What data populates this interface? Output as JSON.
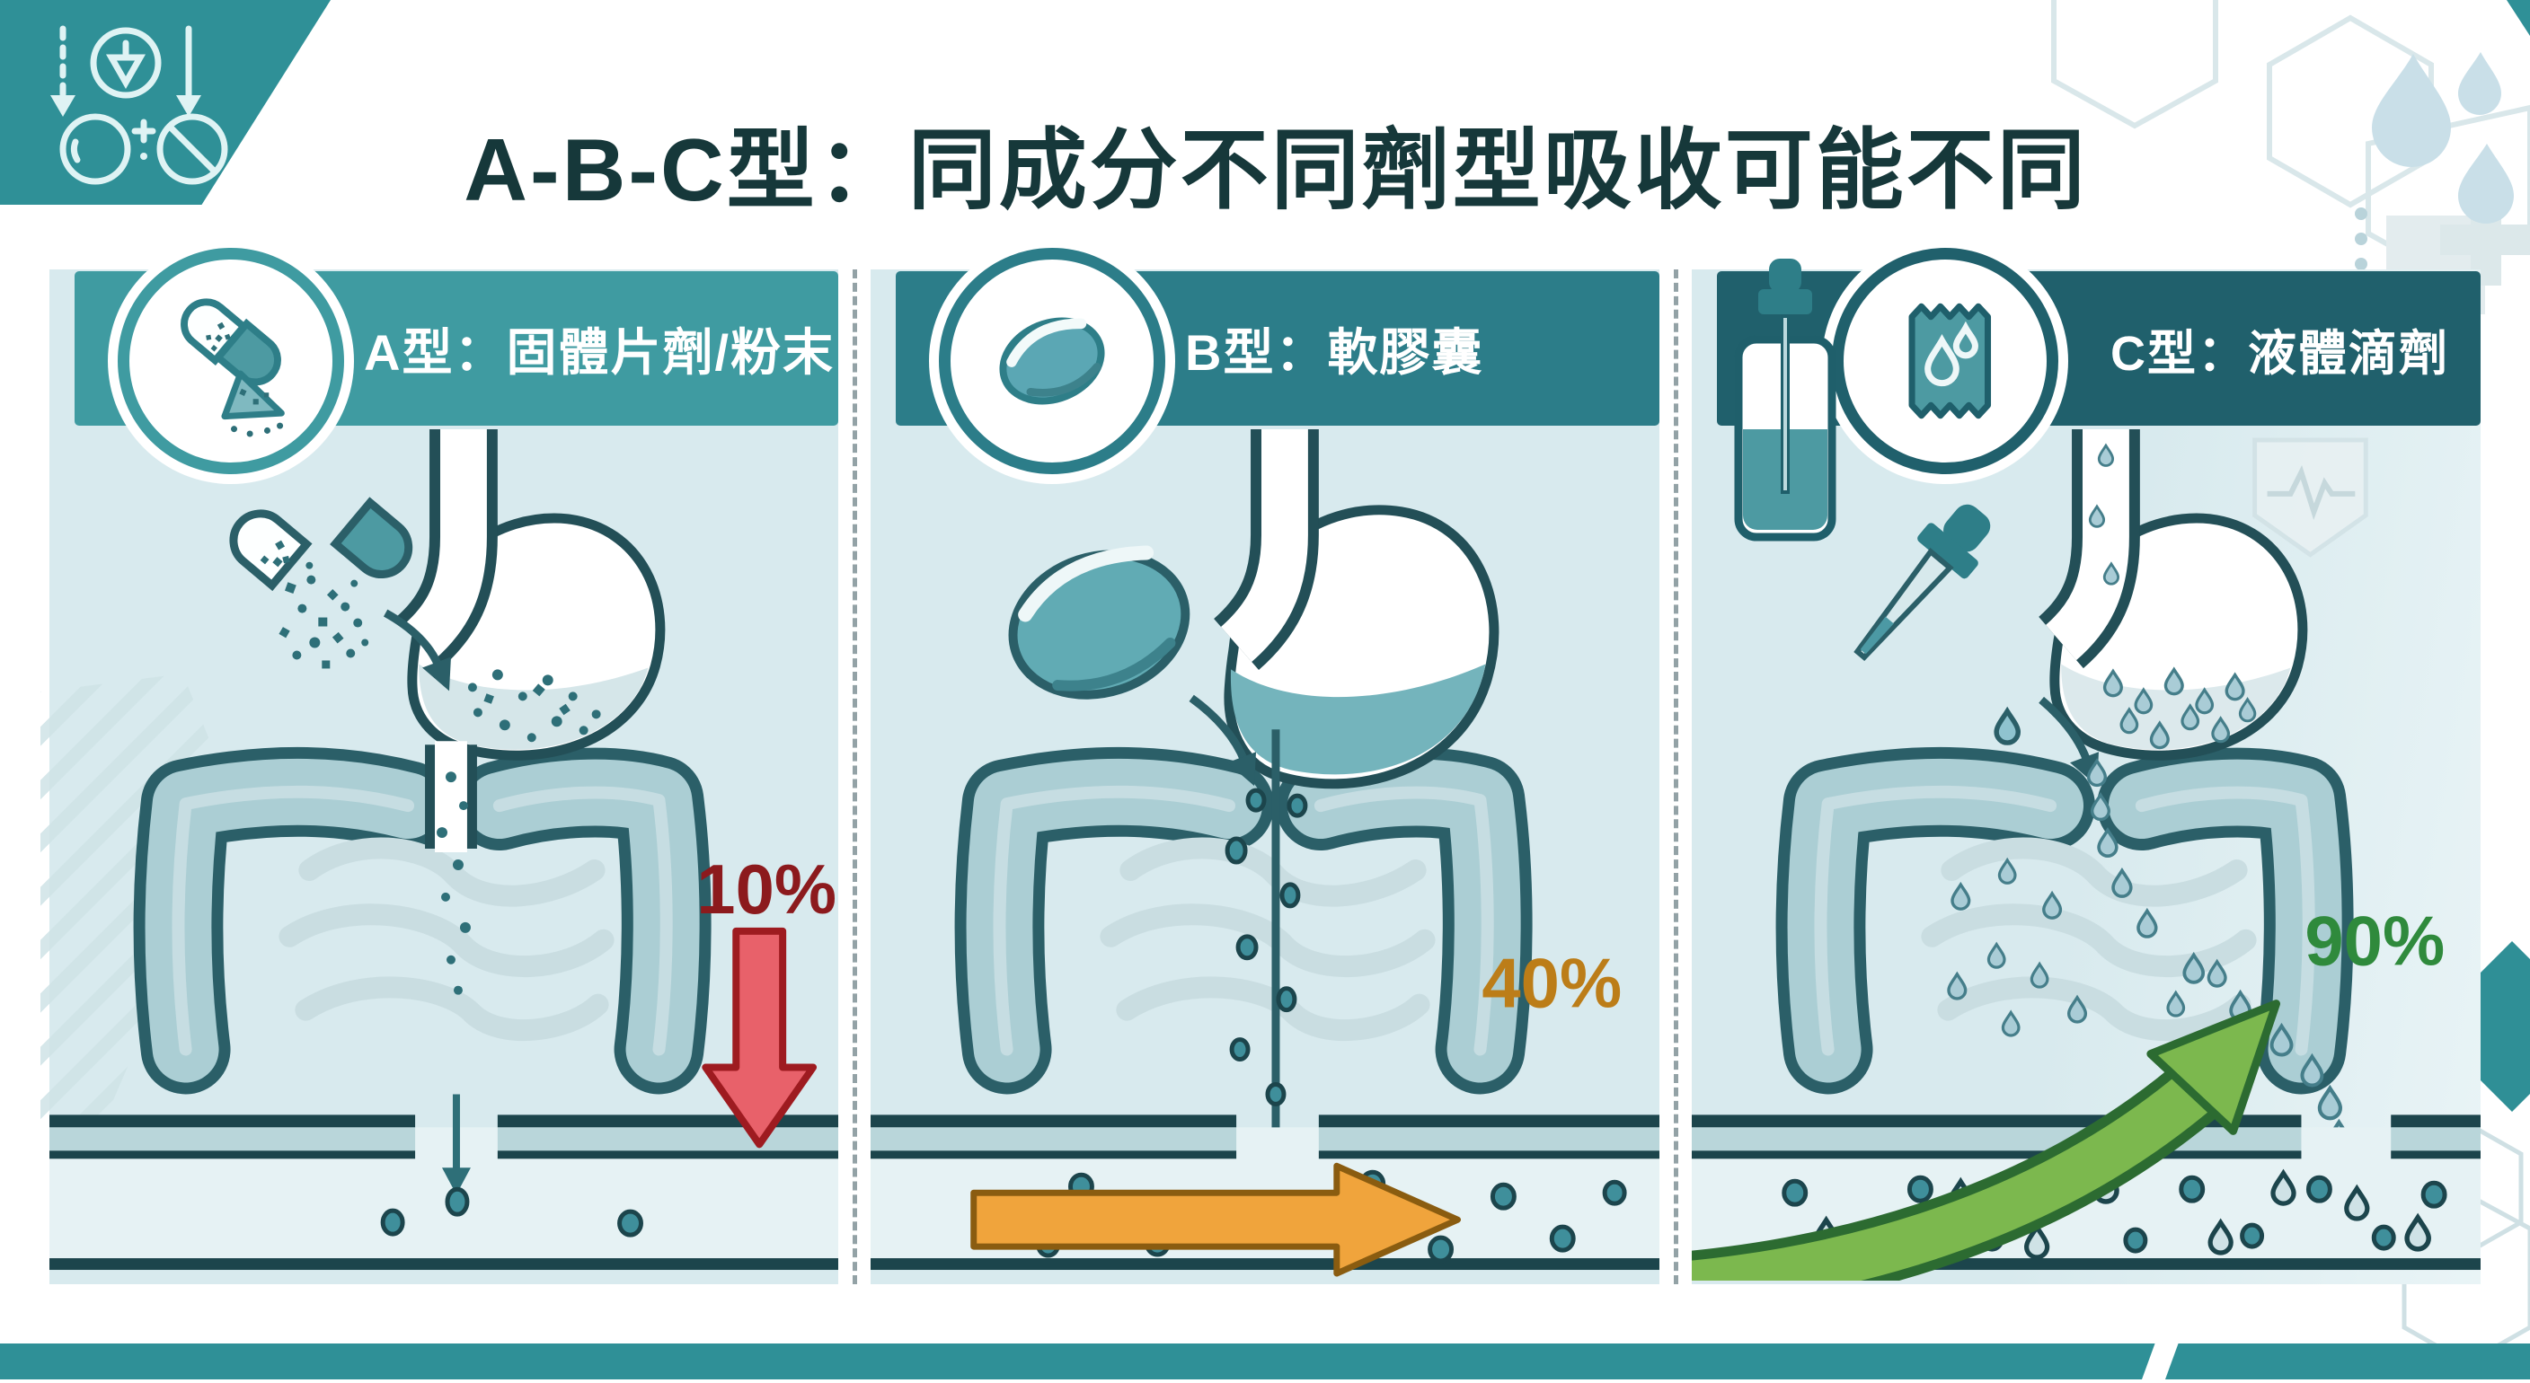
{
  "title": "A-B-C型：同成分不同劑型吸收可能不同",
  "colors": {
    "title": "#16383a",
    "accent_teal": "#2f9097",
    "panel_background": "#d8eaee"
  },
  "panels": [
    {
      "label": "A型：固體片劑/粉末",
      "icon": "open-capsule-powder-icon",
      "header_color": "#3f9ba1",
      "percent": "10%",
      "percent_value": 10,
      "percent_color": "#8c1a1d",
      "arrow": "down-arrow",
      "arrow_color": "#e8616a"
    },
    {
      "label": "B型：軟膠囊",
      "icon": "softgel-capsule-icon",
      "header_color": "#2c7d89",
      "percent": "40%",
      "percent_value": 40,
      "percent_color": "#bc7d18",
      "arrow": "right-arrow",
      "arrow_color": "#f0a43c"
    },
    {
      "label": "C型：液體滴劑",
      "icon": "dropper-bottle-and-sachet-icon",
      "header_color": "#20606c",
      "percent": "90%",
      "percent_value": 90,
      "percent_color": "#2f8a3c",
      "arrow": "up-curved-arrow",
      "arrow_color": "#7cb84e"
    }
  ]
}
